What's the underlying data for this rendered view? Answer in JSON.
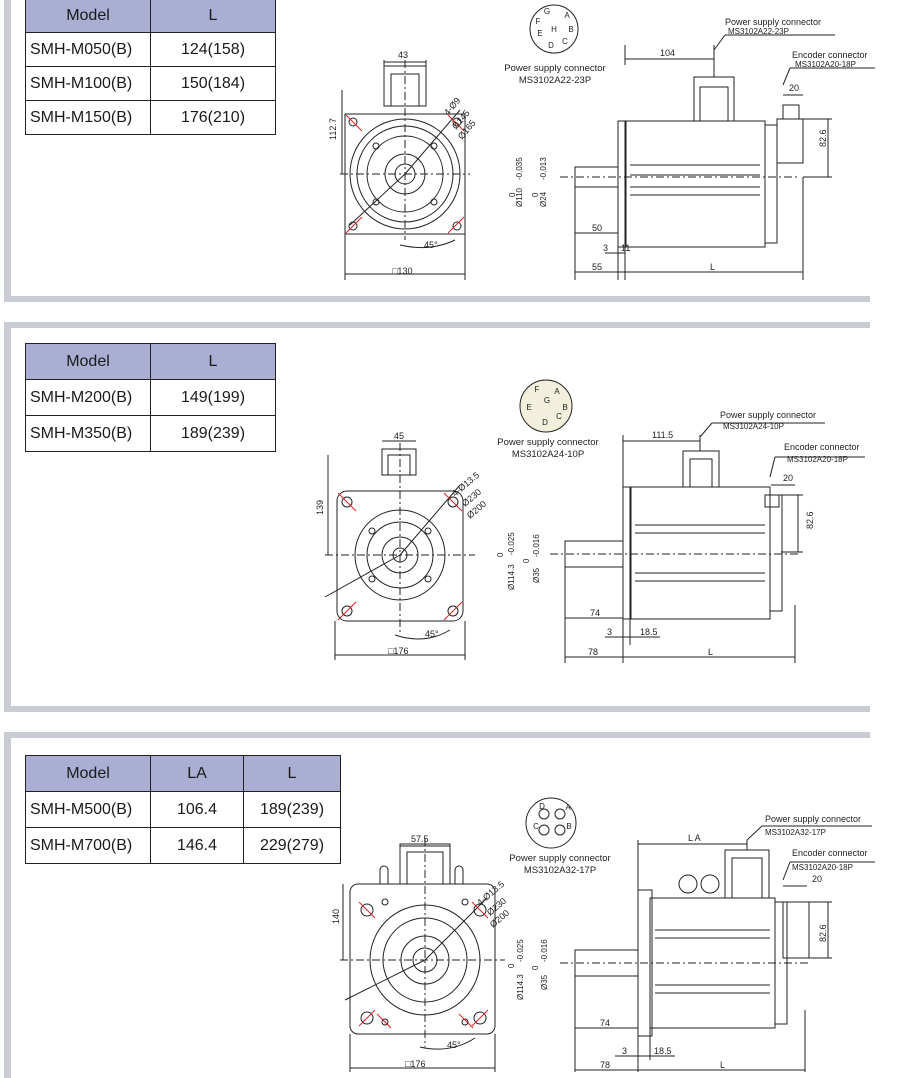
{
  "panels": [
    {
      "table": {
        "headers": [
          "Model",
          "L"
        ],
        "rows": [
          [
            "SMH-M050(B)",
            "124(158)"
          ],
          [
            "SMH-M100(B)",
            "150(184)"
          ],
          [
            "SMH-M150(B)",
            "176(210)"
          ]
        ]
      },
      "front": {
        "dim_top": "43",
        "dim_side": "112.7",
        "bolt": "4-Ø9",
        "pcd": "Ø145",
        "flange": "Ø165",
        "square": "□130",
        "angle": "45°"
      },
      "connector": {
        "pins": [
          "G",
          "F",
          "H",
          "A",
          "E",
          "B",
          "D",
          "C"
        ],
        "label": "Power supply connector",
        "part": "MS3102A22-23P"
      },
      "side": {
        "power_label": "Power supply connector",
        "power_part": "MS3102A22-23P",
        "enc_label": "Encoder connector",
        "enc_part": "MS3102A20-18P",
        "dim_104": "104",
        "dim_20": "20",
        "dim_826": "82.6",
        "tol_0": "0",
        "tol_neg": "-0.035",
        "pilot": "Ø110",
        "tol_0b": "0",
        "tol_negb": "-0.013",
        "shaft": "Ø24",
        "dim_50": "50",
        "dim_3": "3",
        "dim_11": "11",
        "dim_55": "55",
        "dim_L": "L"
      }
    },
    {
      "table": {
        "headers": [
          "Model",
          "L"
        ],
        "rows": [
          [
            "SMH-M200(B)",
            "149(199)"
          ],
          [
            "SMH-M350(B)",
            "189(239)"
          ]
        ]
      },
      "front": {
        "dim_top": "45",
        "dim_side": "139",
        "bolt": "4-Ø13.5",
        "pcd": "Ø230",
        "flange": "Ø200",
        "square": "□176",
        "angle": "45°"
      },
      "connector": {
        "pins": [
          "F",
          "A",
          "G",
          "E",
          "B",
          "D",
          "C"
        ],
        "label": "Power supply connector",
        "part": "MS3102A24-10P"
      },
      "side": {
        "power_label": "Power supply connector",
        "power_part": "MS3102A24-10P",
        "enc_label": "Encoder connector",
        "enc_part": "MS3102A20-18P",
        "dim_104": "111.5",
        "dim_20": "20",
        "dim_826": "82.6",
        "tol_0": "0",
        "tol_neg": "-0.025",
        "pilot": "Ø114.3",
        "tol_0b": "0",
        "tol_negb": "-0.016",
        "shaft": "Ø35",
        "dim_50": "74",
        "dim_3": "3",
        "dim_11": "18.5",
        "dim_55": "78",
        "dim_L": "L"
      }
    },
    {
      "table": {
        "headers": [
          "Model",
          "LA",
          "L"
        ],
        "rows": [
          [
            "SMH-M500(B)",
            "106.4",
            "189(239)"
          ],
          [
            "SMH-M700(B)",
            "146.4",
            "229(279)"
          ]
        ]
      },
      "front": {
        "dim_top": "57.5",
        "dim_side": "140",
        "bolt": "4-Ø13.5",
        "pcd": "Ø230",
        "flange": "Ø200",
        "square": "□176",
        "angle": "45°"
      },
      "connector": {
        "pins": [
          "D",
          "A",
          "C",
          "B"
        ],
        "label": "Power supply connector",
        "part": "MS3102A32-17P"
      },
      "side": {
        "power_label": "Power supply connector",
        "power_part": "MS3102A32-17P",
        "enc_label": "Encoder connector",
        "enc_part": "MS3102A20-18P",
        "dim_104": "L A",
        "dim_20": "20",
        "dim_826": "82.6",
        "tol_0": "0",
        "tol_neg": "-0.025",
        "pilot": "Ø114.3",
        "tol_0b": "0",
        "tol_negb": "-0.016",
        "shaft": "Ø35",
        "dim_50": "74",
        "dim_3": "3",
        "dim_11": "18.5",
        "dim_55": "78",
        "dim_L": "L"
      }
    }
  ],
  "colors": {
    "frame": "#c9cdd3",
    "header": "#a9aed2",
    "mark": "#e02020"
  }
}
